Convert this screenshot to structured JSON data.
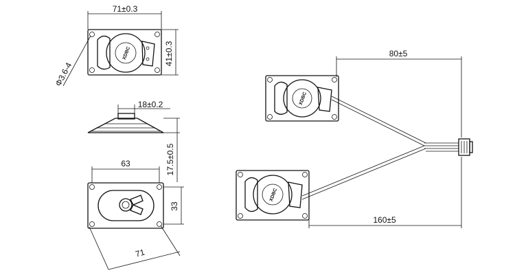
{
  "dimensions": {
    "top_width": "71±0.3",
    "top_height": "41±0.3",
    "hole_pitch": "Φ3.6-4",
    "side_height_small": "18±0.2",
    "side_depth": "17.5±0.5",
    "bottom_width": "63",
    "bottom_height": "33",
    "bottom_diagonal": "71",
    "cable_short": "80±5",
    "cable_long": "160±5"
  },
  "brand_mark": "XDBC"
}
